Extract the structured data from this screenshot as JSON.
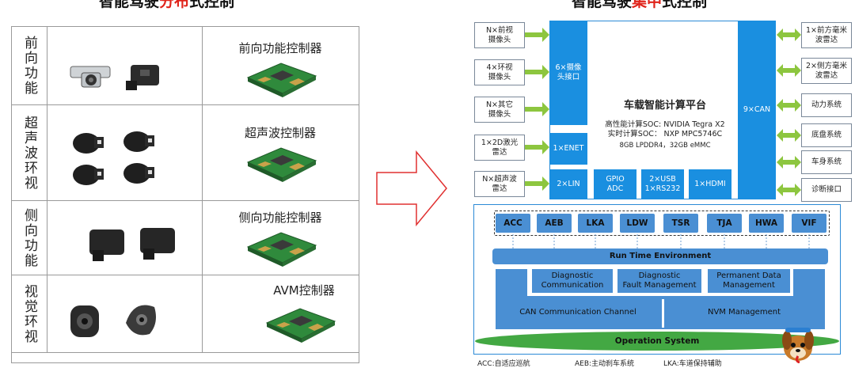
{
  "left_title": {
    "prefix": "智能驾驶",
    "highlight": "分布",
    "suffix": "式控制"
  },
  "right_title": {
    "prefix": "智能驾驶",
    "highlight": "集中",
    "suffix": "式控制"
  },
  "rows": [
    {
      "label": "前向功能",
      "controller": "前向功能控制器"
    },
    {
      "label": "超声波环视",
      "controller": "超声波控制器"
    },
    {
      "label": "侧向功能",
      "controller": "侧向功能控制器"
    },
    {
      "label": "视觉环视",
      "controller": "AVM控制器"
    }
  ],
  "inputs": [
    "N×前视\n摄像头",
    "4×环视\n摄像头",
    "N×其它\n摄像头",
    "1×2D激光\n雷达",
    "N×超声波\n雷达"
  ],
  "outputs": [
    "1×前方毫米\n波雷达",
    "2×侧方毫米\n波雷达",
    "动力系统",
    "底盘系统",
    "车身系统",
    "诊断接口"
  ],
  "platform": {
    "camera_if": "6×摄像\n头接口",
    "can": "9×CAN",
    "enet": "1×ENET",
    "lin": "2×LIN",
    "gpio": "GPIO\nADC",
    "usb": "2×USB\n1×RS232",
    "hdmi": "1×HDMI",
    "title": "车载智能计算平台",
    "spec_line1": "高性能计算SOC: NVIDIA Tegra X2",
    "spec_line2": "实时计算SOC： NXP MPC5746C",
    "spec_line3": "8GB LPDDR4，32GB eMMC"
  },
  "functions": [
    "ACC",
    "AEB",
    "LKA",
    "LDW",
    "TSR",
    "TJA",
    "HWA",
    "VIF"
  ],
  "software": {
    "rte": "Run Time Environment",
    "diag_comm": "Diagnostic\nCommunication",
    "diag_fault": "Diagnostic\nFault Management",
    "perm_data": "Permanent Data\nManagement",
    "can_channel": "CAN Communication Channel",
    "nvm": "NVM Management",
    "os": "Operation System"
  },
  "legend": [
    "ACC:自适应巡航",
    "AEB:主动刹车系统",
    "LKA:车道保持辅助"
  ],
  "colors": {
    "accent_red": "#e0241b",
    "blue": "#1a8fe0",
    "sw_blue": "#4a8fd3",
    "green_arrow": "#8dc63f",
    "os_green": "#43a843"
  }
}
